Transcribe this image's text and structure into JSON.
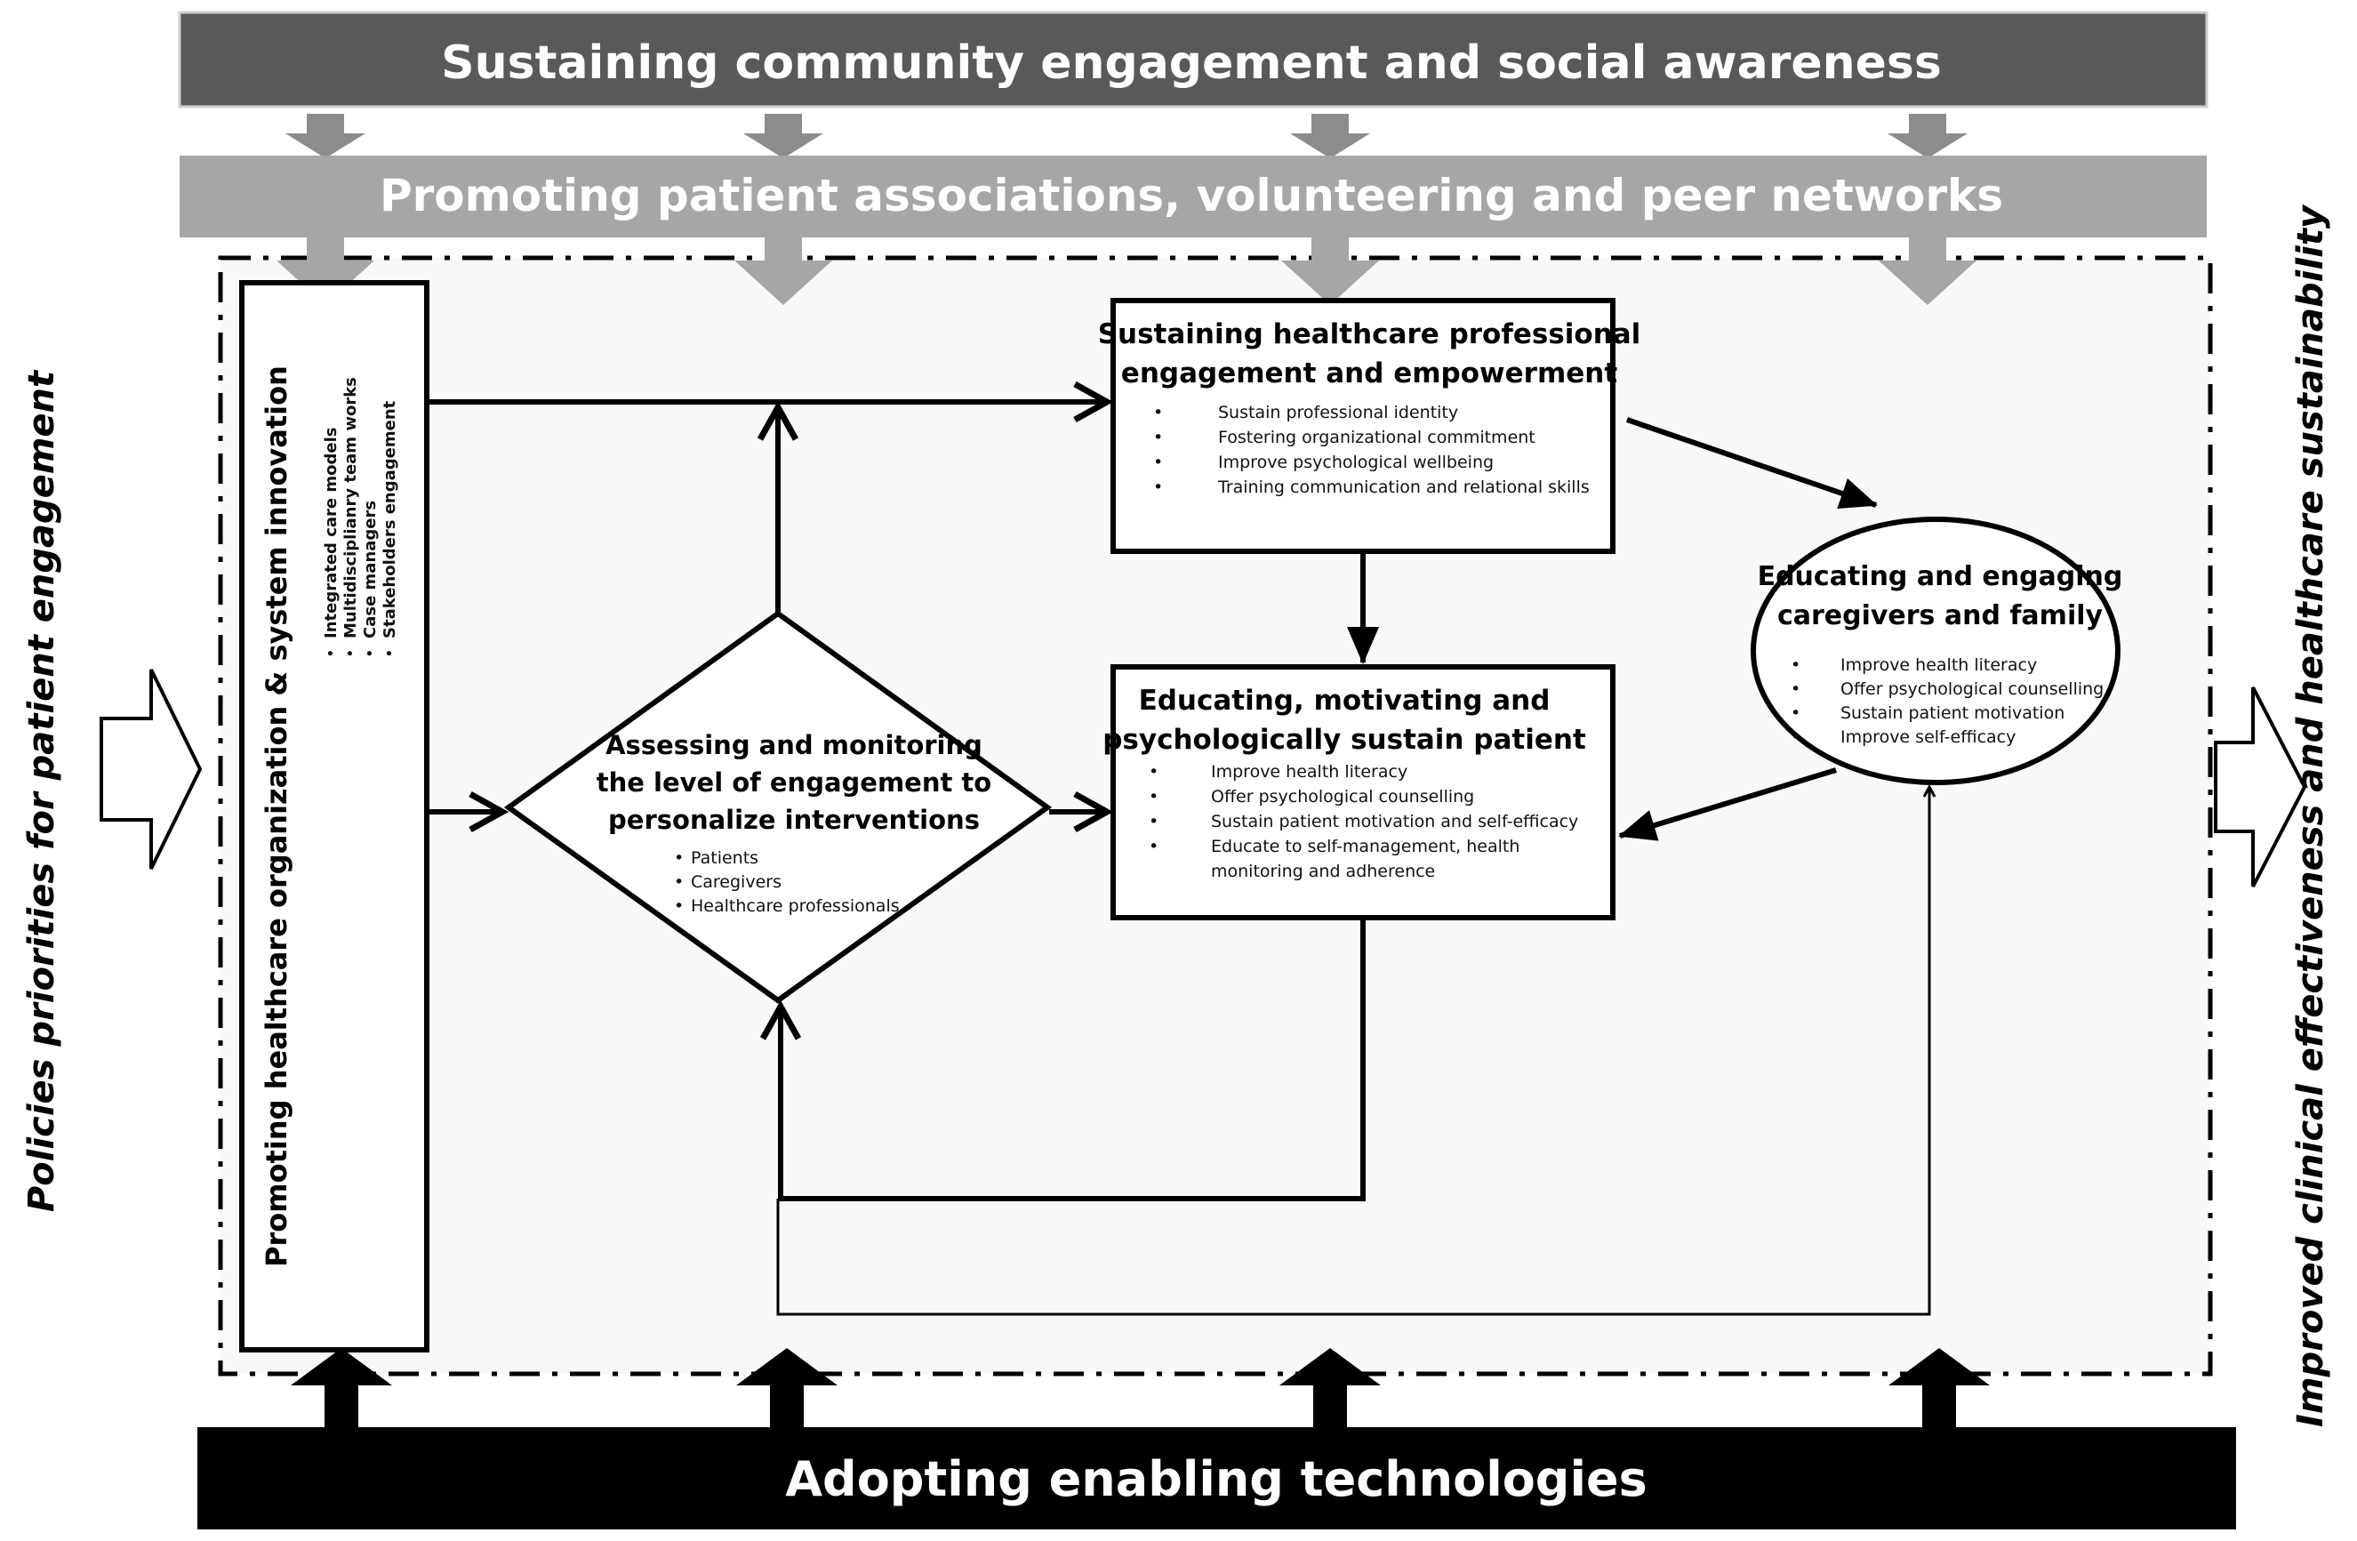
{
  "banners": {
    "community": "Sustaining community engagement and social awareness",
    "associations": "Promoting patient associations, volunteering and peer networks",
    "technologies": "Adopting enabling technologies"
  },
  "side_labels": {
    "left": "Policies priorities for patient  engagement",
    "right": "Improved clinical effectiveness and healthcare  sustainability"
  },
  "organization_box": {
    "title": "Promoting healthcare organization & system innovation",
    "items": [
      "Integrated care models",
      "Multidisciplianry team works",
      "Case managers",
      "Stakeholders engagement"
    ]
  },
  "assessing_diamond": {
    "title_lines": [
      "Assessing and monitoring",
      "the level of engagement to",
      "personalize interventions"
    ],
    "items": [
      "Patients",
      "Caregivers",
      "Healthcare professionals"
    ]
  },
  "professional_box": {
    "title_lines": [
      "Sustaining healthcare professional",
      "engagement and empowerment"
    ],
    "items": [
      "Sustain professional identity",
      "Fostering organizational commitment",
      "Improve psychological wellbeing",
      "Training communication and relational skills"
    ]
  },
  "patient_box": {
    "title_lines": [
      "Educating, motivating and",
      "psychologically sustain patient"
    ],
    "items": [
      "Improve health literacy",
      "Offer psychological counselling",
      "Sustain patient motivation and self-efficacy",
      "Educate to self-management, health",
      "monitoring and adherence"
    ]
  },
  "caregivers_ellipse": {
    "title_lines": [
      "Educating and engaging",
      "caregivers and family"
    ],
    "items": [
      "Improve health literacy",
      "Offer psychological counselling",
      "Sustain patient motivation",
      "Improve self-efficacy"
    ]
  },
  "colors": {
    "community_banner": "#595959",
    "associations_banner": "#a6a6a6",
    "technologies_banner": "#000000",
    "frame_background": "#f8f8f8"
  }
}
